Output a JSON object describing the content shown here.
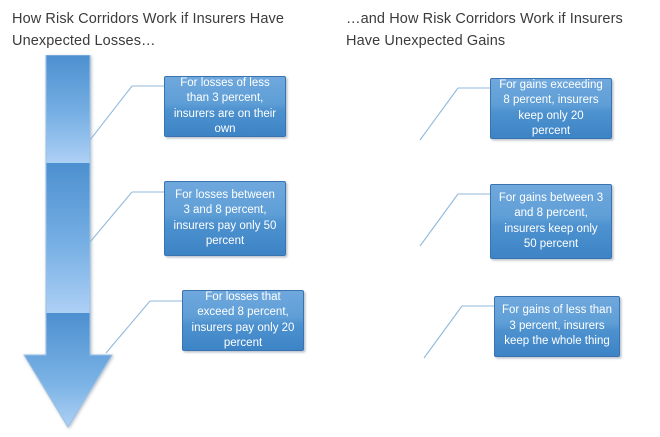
{
  "page": {
    "background": "#ffffff",
    "accent_blue": "#5b9bd5",
    "band_dark": "#5e9ed6",
    "band_light": "#aecdf2",
    "box_border": "#3a73b0",
    "connector_color": "#93b9db",
    "text_color": "#3b3b3b"
  },
  "panels": [
    {
      "id": "losses",
      "title": "How Risk Corridors Work if Insurers Have Unexpected Losses…",
      "arrow": {
        "name": "down-arrow",
        "direction": "down",
        "segments": [
          {
            "name": "segment-0-to-3-percent",
            "range": "0 to 3 percent"
          },
          {
            "name": "segment-3-to-8-percent",
            "range": "3 to 8 percent"
          },
          {
            "name": "segment-above-8-percent",
            "range": "above 8 percent"
          }
        ]
      },
      "callouts": [
        {
          "name": "callout-losses-under-3",
          "text": "For losses of less than 3 percent, insurers are on their own"
        },
        {
          "name": "callout-losses-3-to-8",
          "text": "For losses between 3 and 8 percent, insurers pay only 50 percent"
        },
        {
          "name": "callout-losses-exceed-8",
          "text": "For losses that exceed 8 percent, insurers pay only 20 percent"
        }
      ]
    },
    {
      "id": "gains",
      "title": "…and How Risk Corridors Work if Insurers Have Unexpected Gains",
      "arrow": {
        "name": "up-arrow",
        "direction": "up",
        "segments": [
          {
            "name": "segment-above-8-percent",
            "range": "above 8 percent"
          },
          {
            "name": "segment-3-to-8-percent",
            "range": "3 to 8 percent"
          },
          {
            "name": "segment-0-to-3-percent",
            "range": "0 to 3 percent"
          }
        ]
      },
      "callouts": [
        {
          "name": "callout-gains-exceed-8",
          "text": "For gains exceeding 8 percent, insurers keep only 20 percent"
        },
        {
          "name": "callout-gains-3-to-8",
          "text": "For gains between 3 and 8 percent, insurers keep only 50 percent"
        },
        {
          "name": "callout-gains-under-3",
          "text": "For gains of less than 3 percent, insurers keep the whole thing"
        }
      ]
    }
  ]
}
